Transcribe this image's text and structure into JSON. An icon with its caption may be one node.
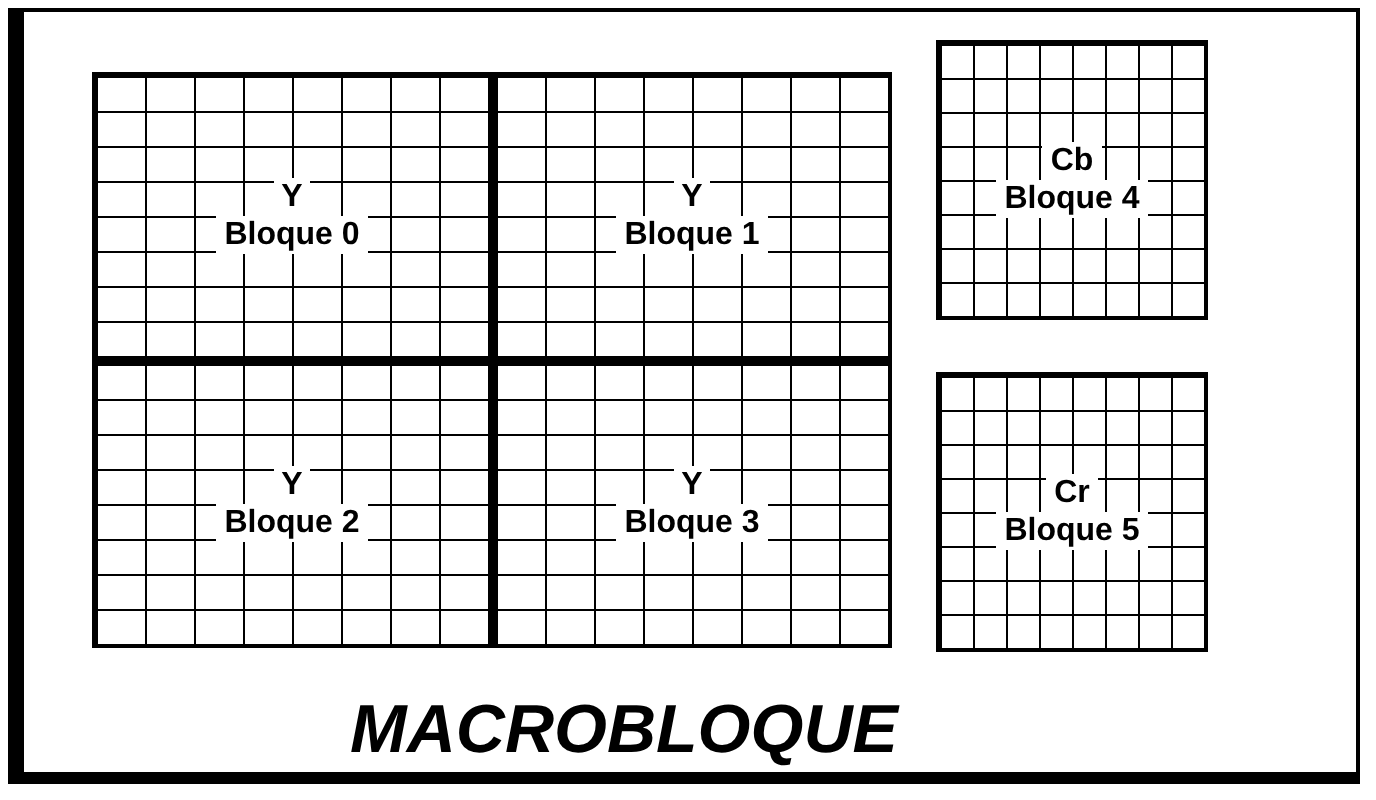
{
  "diagram": {
    "title": "MACROBLOQUE",
    "nodes": [
      {
        "text": [
          "Y",
          "Bloque 0"
        ]
      },
      {
        "text": [
          "Y",
          "Bloque 1"
        ]
      },
      {
        "text": [
          "Y",
          "Bloque 2"
        ]
      },
      {
        "text": [
          "Y",
          "Bloque 3"
        ]
      },
      {
        "text": [
          "Cb",
          "Bloque 4"
        ]
      },
      {
        "text": [
          "Cr",
          "Bloque 5"
        ]
      }
    ]
  }
}
